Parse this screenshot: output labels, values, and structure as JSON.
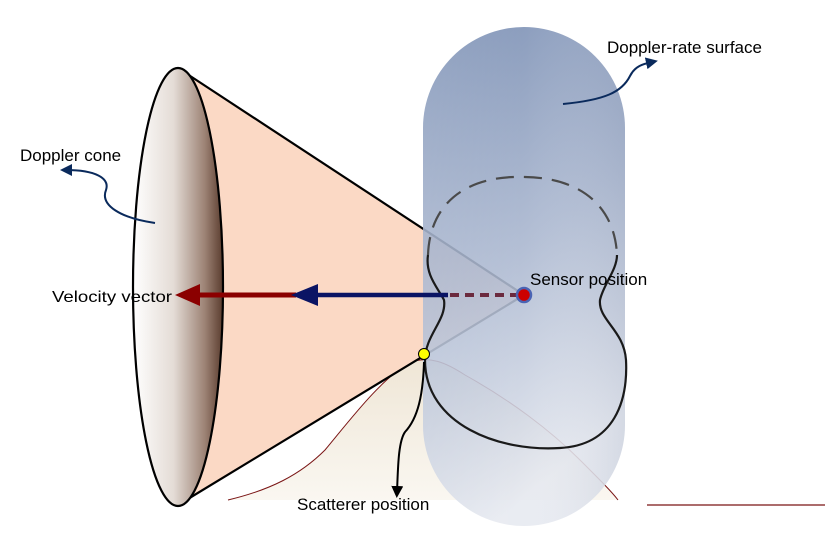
{
  "labels": {
    "doppler_rate_surface": "Doppler-rate surface",
    "doppler_cone": "Doppler cone",
    "velocity_vector": "Velocity vector",
    "sensor_position": "Sensor position",
    "scatterer_position": "Scatterer position"
  },
  "colors": {
    "cone_fill": "#fbd9c5",
    "cylinder_top": "#6e84ad",
    "cylinder_bottom": "#dfe4ee",
    "velocity_arrow": "#8b0000",
    "sensor_arrow": "#0a1464",
    "sensor_dot": "#cc0000",
    "scatterer_dot": "#ffff00",
    "callout_curve": "#0a2a5c",
    "terrain_fill": "#f3ece0",
    "terrain_line": "#7a1515"
  }
}
